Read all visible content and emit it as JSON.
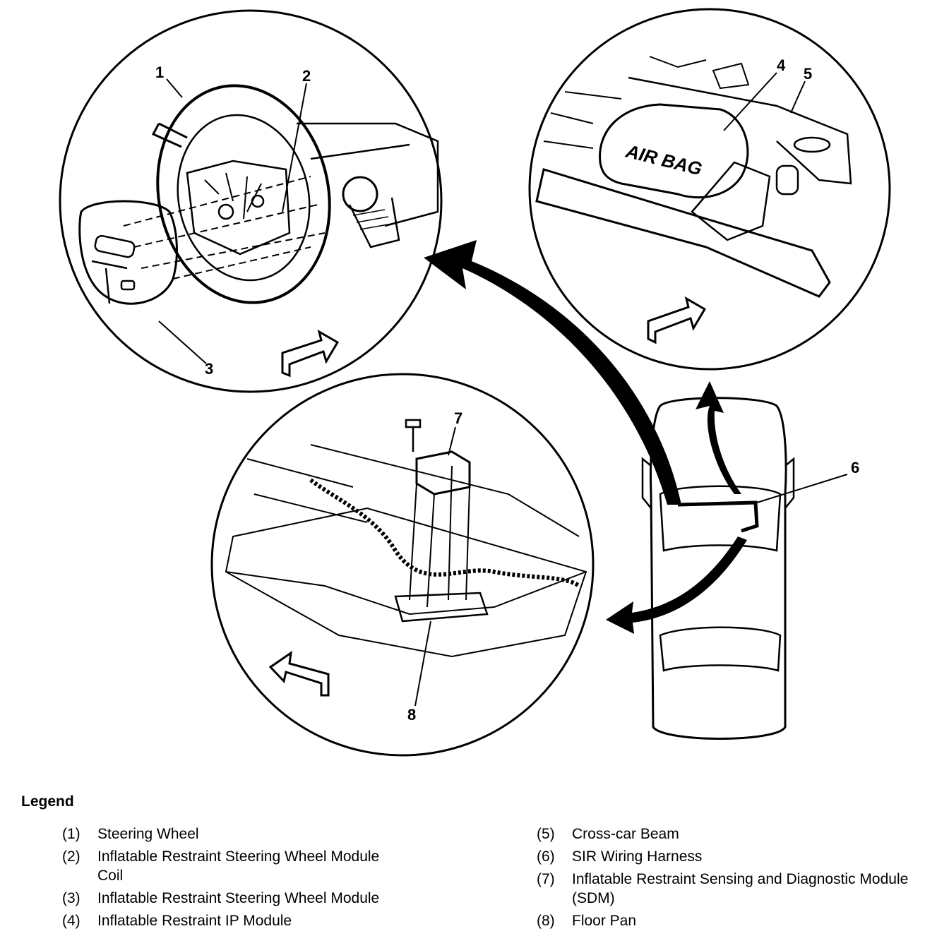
{
  "diagram": {
    "callouts": [
      "1",
      "2",
      "3",
      "4",
      "5",
      "6",
      "7",
      "8"
    ],
    "airbag_label": "AIR BAG"
  },
  "legend": {
    "title": "Legend",
    "items": [
      {
        "num": "(1)",
        "text": "Steering Wheel"
      },
      {
        "num": "(2)",
        "text": "Inflatable Restraint Steering Wheel Module Coil"
      },
      {
        "num": "(3)",
        "text": "Inflatable Restraint Steering Wheel Module"
      },
      {
        "num": "(4)",
        "text": "Inflatable Restraint IP Module"
      },
      {
        "num": "(5)",
        "text": "Cross-car Beam"
      },
      {
        "num": "(6)",
        "text": "SIR Wiring Harness"
      },
      {
        "num": "(7)",
        "text": "Inflatable Restraint Sensing and Diagnostic Module (SDM)"
      },
      {
        "num": "(8)",
        "text": "Floor Pan"
      }
    ]
  }
}
